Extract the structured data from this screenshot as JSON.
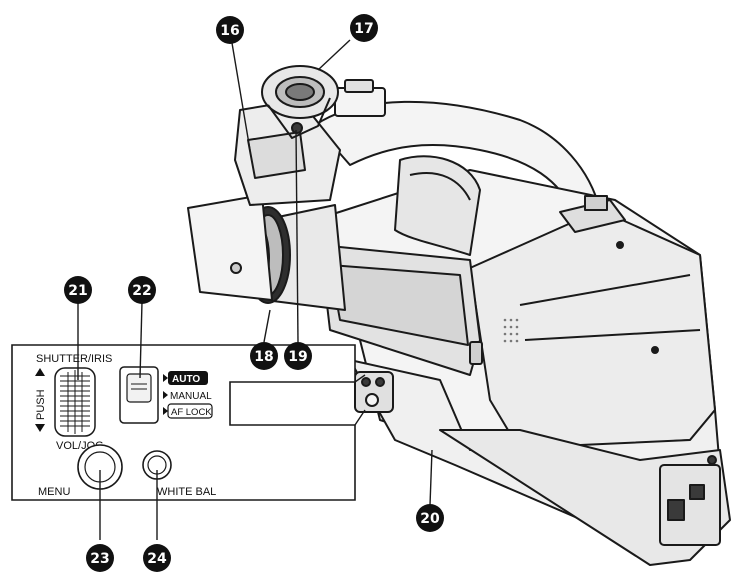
{
  "callouts": [
    {
      "id": "16"
    },
    {
      "id": "17"
    },
    {
      "id": "18"
    },
    {
      "id": "19"
    },
    {
      "id": "20"
    },
    {
      "id": "21"
    },
    {
      "id": "22"
    },
    {
      "id": "23"
    },
    {
      "id": "24"
    }
  ],
  "panel": {
    "shutter_iris_label": "SHUTTER/IRIS",
    "push_label": "PUSH",
    "vol_jog_label": "VOL/JOG",
    "mode_auto": "AUTO",
    "mode_manual": "MANUAL",
    "mode_af_lock": "AF LOCK",
    "menu_label": "MENU",
    "white_bal_label": "WHITE BAL"
  },
  "colors": {
    "line": "#1a1a1a",
    "callout_fill": "#111111",
    "body_shade": "#ececec",
    "dark_part": "#3a3a3a"
  }
}
